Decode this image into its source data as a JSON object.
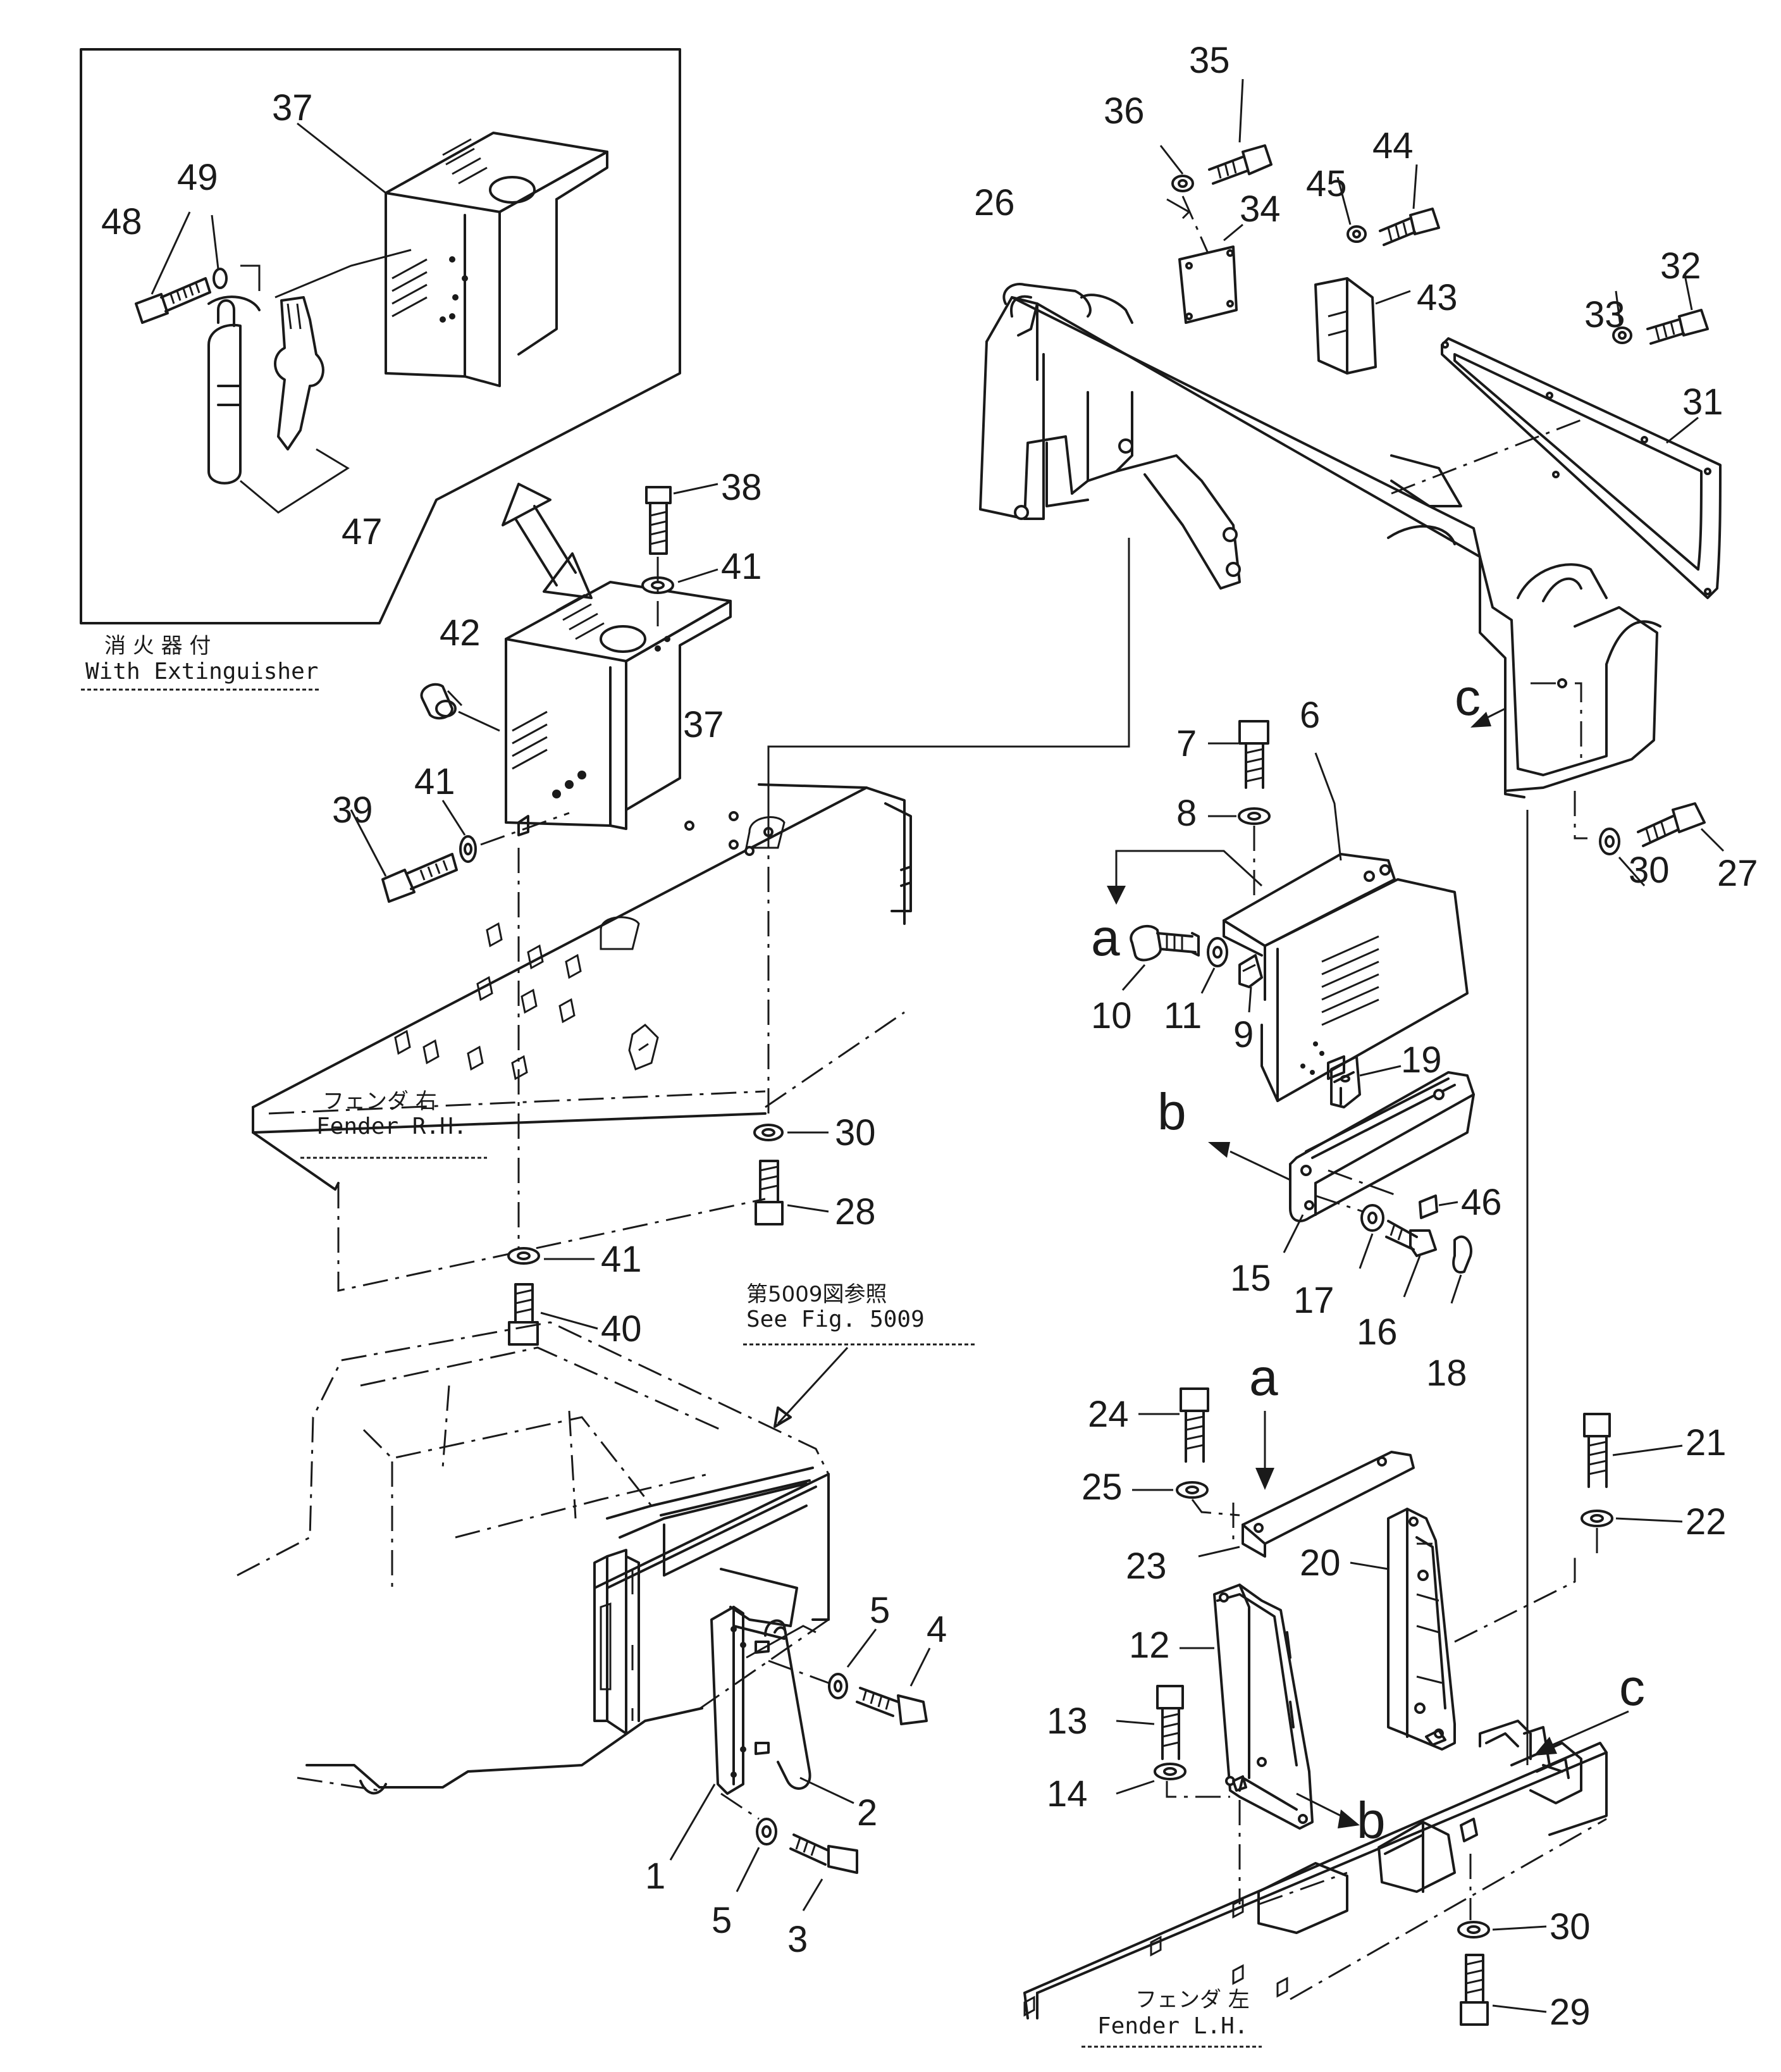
{
  "inset": {
    "caption_jp": "消 火 器 付",
    "caption_en": "With Extinguisher"
  },
  "notes": {
    "fender_rh_jp": "フェンダ 右",
    "fender_rh_en": "Fender R.H.",
    "fender_lh_jp": "フェンダ 左",
    "fender_lh_en": "Fender L.H.",
    "ref_jp": "第5009図参照",
    "ref_en": "See Fig. 5009"
  },
  "view_letters": {
    "a_top": "a",
    "a_bottom": "a",
    "b_top": "b",
    "b_bottom": "b",
    "c_top": "c",
    "c_bottom": "c"
  },
  "callouts": {
    "p1": "1",
    "p2": "2",
    "p3": "3",
    "p4": "4",
    "p5a": "5",
    "p5b": "5",
    "p6": "6",
    "p7": "7",
    "p8": "8",
    "p9": "9",
    "p10": "10",
    "p11": "11",
    "p12": "12",
    "p13": "13",
    "p14": "14",
    "p15": "15",
    "p16": "16",
    "p17": "17",
    "p18": "18",
    "p19": "19",
    "p20": "20",
    "p21": "21",
    "p22": "22",
    "p23": "23",
    "p24": "24",
    "p25": "25",
    "p26": "26",
    "p27": "27",
    "p28": "28",
    "p29": "29",
    "p30a": "30",
    "p30b": "30",
    "p30c": "30",
    "p31": "31",
    "p32": "32",
    "p33": "33",
    "p34": "34",
    "p35": "35",
    "p36": "36",
    "p37a": "37",
    "p37b": "37",
    "p38": "38",
    "p39": "39",
    "p40": "40",
    "p41a": "41",
    "p41b": "41",
    "p41c": "41",
    "p42": "42",
    "p43": "43",
    "p44": "44",
    "p45": "45",
    "p46": "46",
    "p47": "47",
    "p48": "48",
    "p49": "49"
  }
}
